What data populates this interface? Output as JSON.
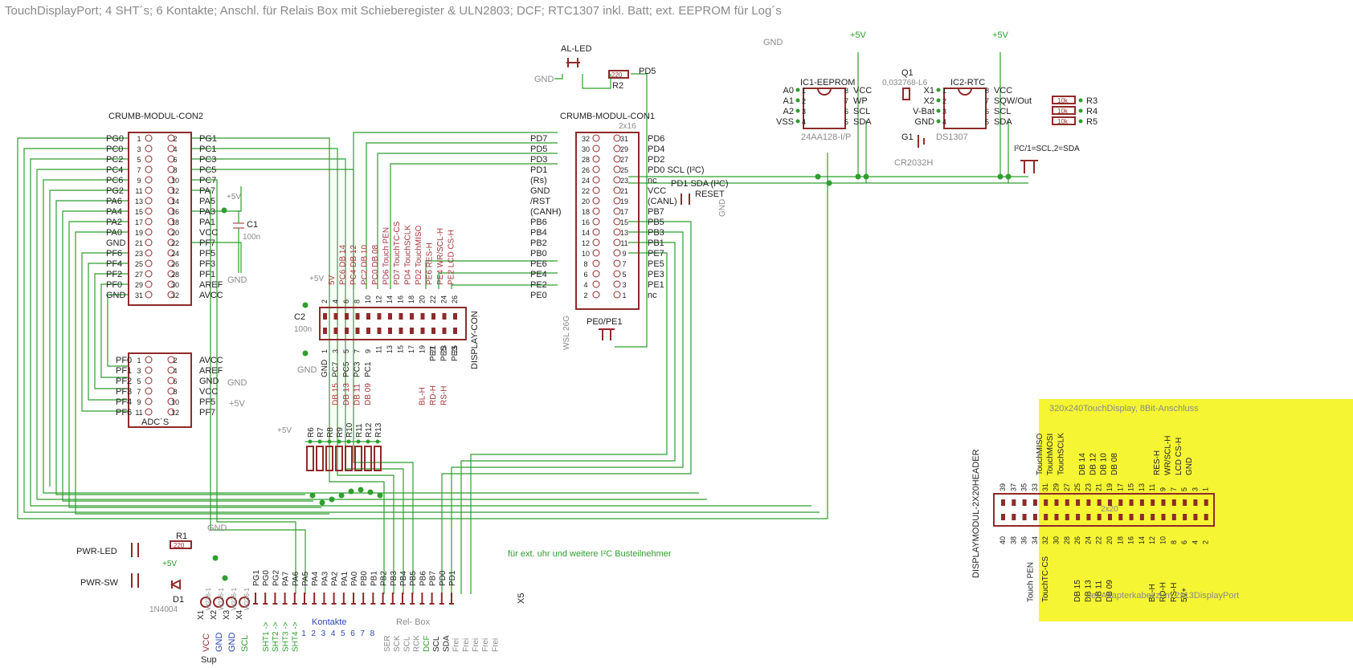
{
  "title": "TouchDisplayPort; 4 SHT´s; 6 Kontakte; Anschl. für Relais Box mit Schieberegister & ULN2803; DCF; RTC1307 inkl. Batt; ext. EEPROM für Log´s",
  "colors": {
    "wire": "#2e9e2e",
    "part": "#8f2a2a",
    "highlight": "#f5f534",
    "label": "#222222",
    "gray": "#8a8a8a"
  },
  "con2": {
    "name": "CRUMB-MODUL-CON2",
    "left": [
      {
        "label": "PG0",
        "num": "1"
      },
      {
        "label": "PC0",
        "num": "3"
      },
      {
        "label": "PC2",
        "num": "5"
      },
      {
        "label": "PC4",
        "num": "7"
      },
      {
        "label": "PC6",
        "num": "9"
      },
      {
        "label": "PG2",
        "num": "11"
      },
      {
        "label": "PA6",
        "num": "13"
      },
      {
        "label": "PA4",
        "num": "15"
      },
      {
        "label": "PA2",
        "num": "17"
      },
      {
        "label": "PA0",
        "num": "19"
      },
      {
        "label": "GND",
        "num": "21"
      },
      {
        "label": "PF6",
        "num": "23"
      },
      {
        "label": "PF4",
        "num": "25"
      },
      {
        "label": "PF2",
        "num": "27"
      },
      {
        "label": "PF0",
        "num": "29"
      },
      {
        "label": "GND",
        "num": "31"
      }
    ],
    "right": [
      {
        "label": "PG1",
        "num": "2"
      },
      {
        "label": "PC1",
        "num": "4"
      },
      {
        "label": "PC3",
        "num": "6"
      },
      {
        "label": "PC5",
        "num": "8"
      },
      {
        "label": "PC7",
        "num": "10"
      },
      {
        "label": "PA7",
        "num": "12"
      },
      {
        "label": "PA5",
        "num": "14"
      },
      {
        "label": "PA3",
        "num": "16"
      },
      {
        "label": "PA1",
        "num": "18"
      },
      {
        "label": "VCC",
        "num": "20"
      },
      {
        "label": "PF7",
        "num": "22"
      },
      {
        "label": "PF5",
        "num": "24"
      },
      {
        "label": "PF3",
        "num": "26"
      },
      {
        "label": "PF1",
        "num": "28"
      },
      {
        "label": "AREF",
        "num": "30"
      },
      {
        "label": "AVCC",
        "num": "32"
      }
    ]
  },
  "adcs": {
    "name": "ADC´S",
    "left": [
      {
        "label": "PF0",
        "num": "1"
      },
      {
        "label": "PF1",
        "num": "3"
      },
      {
        "label": "PF2",
        "num": "5"
      },
      {
        "label": "PF3",
        "num": "7"
      },
      {
        "label": "PF4",
        "num": "9"
      },
      {
        "label": "PF6",
        "num": "11"
      }
    ],
    "right": [
      {
        "label": "AVCC",
        "num": "2"
      },
      {
        "label": "AREF",
        "num": "4"
      },
      {
        "label": "GND",
        "num": "6"
      },
      {
        "label": "VCC",
        "num": "8"
      },
      {
        "label": "PF5",
        "num": "10"
      },
      {
        "label": "PF7",
        "num": "12"
      }
    ]
  },
  "con1": {
    "name": "CRUMB-MODUL-CON1",
    "value": "2x16",
    "left": [
      {
        "label": "PD7",
        "num": "32"
      },
      {
        "label": "PD5",
        "num": "30"
      },
      {
        "label": "PD3",
        "num": "28"
      },
      {
        "label": "PD1",
        "num": "26"
      },
      {
        "label": "(Rs)",
        "num": "24"
      },
      {
        "label": "GND",
        "num": "22"
      },
      {
        "label": "/RST",
        "num": "20"
      },
      {
        "label": "(CANH)",
        "num": "18"
      },
      {
        "label": "PB6",
        "num": "16"
      },
      {
        "label": "PB4",
        "num": "14"
      },
      {
        "label": "PB2",
        "num": "12"
      },
      {
        "label": "PB0",
        "num": "10"
      },
      {
        "label": "PE6",
        "num": "8"
      },
      {
        "label": "PE4",
        "num": "6"
      },
      {
        "label": "PE2",
        "num": "4"
      },
      {
        "label": "PE0",
        "num": "2"
      }
    ],
    "right": [
      {
        "label": "PD6",
        "num": "31"
      },
      {
        "label": "PD4",
        "num": "29"
      },
      {
        "label": "PD2",
        "num": "27"
      },
      {
        "label": "PD0 SCL (I²C)",
        "num": "25"
      },
      {
        "label": "nc",
        "num": "23"
      },
      {
        "label": "VCC",
        "num": "21"
      },
      {
        "label": "(CANL)",
        "num": "19"
      },
      {
        "label": "PB7",
        "num": "17"
      },
      {
        "label": "PB5",
        "num": "15"
      },
      {
        "label": "PB3",
        "num": "13"
      },
      {
        "label": "PB1",
        "num": "11"
      },
      {
        "label": "PE7",
        "num": "9"
      },
      {
        "label": "PE5",
        "num": "7"
      },
      {
        "label": "PE3",
        "num": "5"
      },
      {
        "label": "PE1",
        "num": "3"
      },
      {
        "label": "nc",
        "num": "1"
      }
    ],
    "extra": [
      "PD1 SDA (I²C)",
      "RESET"
    ],
    "footprint": "WSL 26G",
    "jumper": "PE0/PE1"
  },
  "display_con": {
    "name": "DISPLAY-CON",
    "cap_name": "C2",
    "cap_value": "100n",
    "top_signals": [
      "5V",
      "PC6 DB 14",
      "PC4 DB 12",
      "PC2 DB 10",
      "PC0 DB 08",
      "PD6 Touch PEN",
      "PD7 TouchTC-CS",
      "PD4 TouchSCLK",
      "PD2 TouchMISO",
      "PE6 RES-H",
      "PE4 WR/SCL-H",
      "PE2 LCD CS-H"
    ],
    "top_nums": [
      "2",
      "4",
      "6",
      "8",
      "10",
      "12",
      "14",
      "16",
      "18",
      "20",
      "22",
      "24",
      "26"
    ],
    "bottom_nums": [
      "1",
      "3",
      "5",
      "7",
      "9",
      "11",
      "13",
      "15",
      "17",
      "19",
      "21",
      "23",
      "25"
    ],
    "bottom_pins": [
      "GND",
      "PC7",
      "PC5",
      "PC3",
      "PC1"
    ],
    "bottom_pins2": [
      "PE7",
      "PE5",
      "PE3"
    ],
    "bottom_db": [
      "DB 15",
      "DB 13",
      "DB 11",
      "DB 09"
    ],
    "bottom_ctrl": [
      "BL-H",
      "RD-H",
      "RS-H"
    ]
  },
  "eeprom": {
    "name": "IC1-EEPROM",
    "type": "24AA128-I/P",
    "left": [
      {
        "label": "A0",
        "num": "1"
      },
      {
        "label": "A1",
        "num": "2"
      },
      {
        "label": "A2",
        "num": "3"
      },
      {
        "label": "VSS",
        "num": "4"
      }
    ],
    "right": [
      {
        "label": "VCC",
        "num": "8"
      },
      {
        "label": "WP",
        "num": "7"
      },
      {
        "label": "SCL",
        "num": "6"
      },
      {
        "label": "SDA",
        "num": "5"
      }
    ]
  },
  "rtc": {
    "name": "IC2-RTC",
    "type": "DS1307",
    "left": [
      {
        "label": "X1",
        "num": "1"
      },
      {
        "label": "X2",
        "num": "2"
      },
      {
        "label": "V-Bat",
        "num": "3"
      },
      {
        "label": "GND",
        "num": "4"
      }
    ],
    "right": [
      {
        "label": "VCC",
        "num": "8"
      },
      {
        "label": "SQW/Out",
        "num": "7"
      },
      {
        "label": "SCL",
        "num": "6"
      },
      {
        "label": "SDA",
        "num": "5"
      }
    ],
    "crystal": "Q1",
    "crystal_value": "0,032768-L6",
    "battery": "G1",
    "battery_type": "CR2032H",
    "pullups": [
      {
        "name": "R3",
        "value": "10k"
      },
      {
        "name": "R4",
        "value": "10k"
      },
      {
        "name": "R5",
        "value": "10k"
      }
    ],
    "i2c_note": "I²C/1=SCL,2=SDA"
  },
  "led": {
    "name": "AL-LED",
    "resistor": "R2",
    "resistor_value": "220",
    "net": "PD5"
  },
  "c1": {
    "name": "C1",
    "value": "100n"
  },
  "power": {
    "pwr_led": "PWR-LED",
    "pwr_sw": "PWR-SW",
    "r1": "R1",
    "r1_value": "220",
    "diode": "D1",
    "diode_type": "1N4004",
    "terminals": [
      "X1",
      "X2",
      "X3",
      "X4"
    ],
    "terminal_type": "W236-1",
    "supply_labels": [
      "VCC",
      "GND",
      "GND",
      "SCL"
    ],
    "sup": "Sup"
  },
  "resistor_array": {
    "names": [
      "R6",
      "R7",
      "R8",
      "R9",
      "R10",
      "R11",
      "R12",
      "R13"
    ]
  },
  "x5": {
    "name": "X5",
    "pins": [
      "PG1",
      "PG0",
      "PG2",
      "PA7",
      "PA6",
      "PA5",
      "PA4",
      "PA3",
      "PA2",
      "PA1",
      "PA0",
      "PB0",
      "PB1",
      "PB2",
      "PB3",
      "PB4",
      "PB5",
      "PB6",
      "PB7",
      "PD0",
      "PD1"
    ],
    "sht": [
      "SHT1 ->",
      "SHT2 ->",
      "SHT3 ->",
      "SHT4 ->"
    ],
    "kontakte": "Kontakte",
    "kontakte_nums": [
      "1",
      "2",
      "3",
      "4",
      "5",
      "6",
      "7",
      "8"
    ],
    "relbox": "Rel- Box",
    "rel_signals": [
      "SER",
      "SCK",
      "SCL",
      "RCK"
    ],
    "misc": [
      "DCF",
      "SCL",
      "SDA",
      "Frei",
      "Frei",
      "Frei",
      "Frei",
      "Frei"
    ],
    "i2c_note": "für ext. uhr und weitere  I²C Busteilnehmer"
  },
  "power_labels": {
    "plus5v": "+5V",
    "gnd": "GND"
  },
  "display_header": {
    "title": "320x240TouchDisplay, 8Bit-Anschluss",
    "name": "DISPLAYMODUL-2X20HEADER",
    "value": "2x20",
    "top_nums": [
      "39",
      "37",
      "35",
      "33",
      "31",
      "29",
      "27",
      "25",
      "23",
      "21",
      "19",
      "17",
      "15",
      "13",
      "11",
      "9",
      "7",
      "5",
      "3",
      "1"
    ],
    "bottom_nums": [
      "40",
      "38",
      "36",
      "34",
      "32",
      "30",
      "28",
      "26",
      "24",
      "22",
      "20",
      "18",
      "16",
      "14",
      "12",
      "10",
      "8",
      "6",
      "4",
      "2"
    ],
    "top_signals": [
      "TouchMISO",
      "TouchMOSI",
      "TouchSCLK",
      "DB 14",
      "DB 12",
      "DB 10",
      "DB 08",
      "RES-H",
      "WR/SCL-H",
      "LCD CS-H",
      "GND"
    ],
    "bottom_signals": [
      "Touch PEN",
      "TouchTC-CS",
      "DB 15",
      "DB 13",
      "DB 11",
      "DB 09",
      "BL-H",
      "RD-H",
      "RS-H",
      "5V+"
    ],
    "footer": "per Adapterkabel zum 2x13DisplayPort"
  }
}
